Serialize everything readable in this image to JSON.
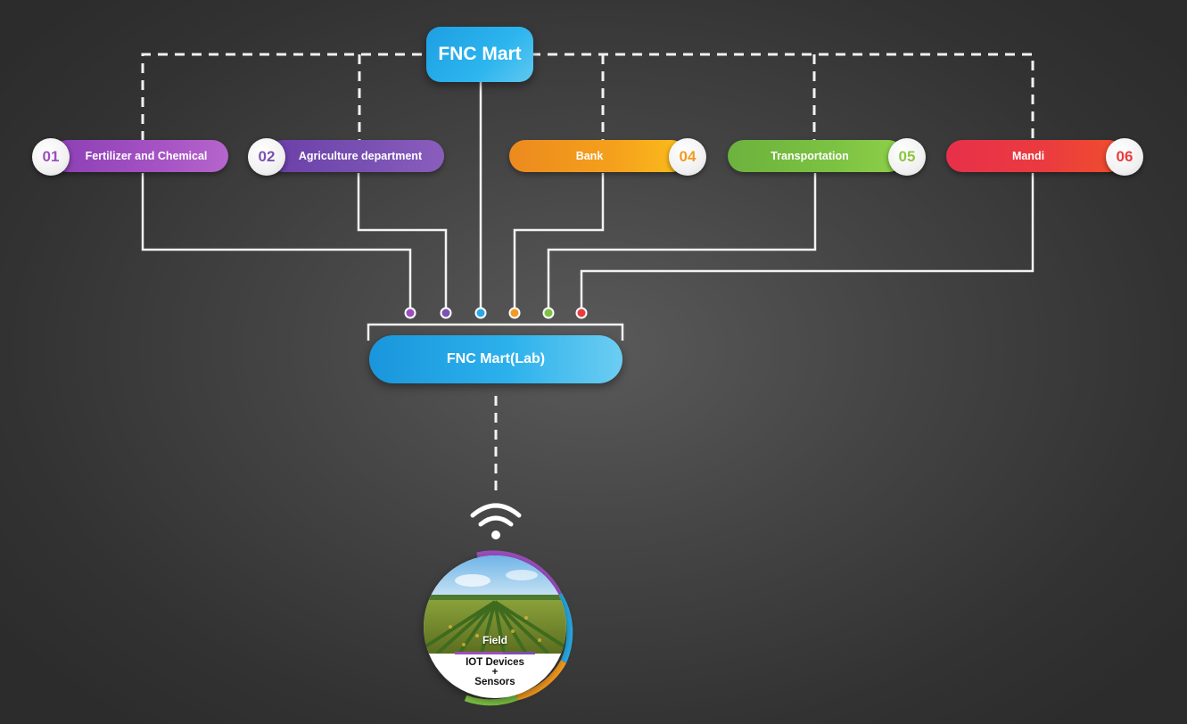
{
  "hub": {
    "top_label": "FNC Mart",
    "lab_label": "FNC Mart(Lab)"
  },
  "partners": [
    {
      "number": "01",
      "label": "Fertilizer and Chemical",
      "color": "#9b4fbf"
    },
    {
      "number": "02",
      "label": "Agriculture department",
      "color": "#7a52b3"
    },
    {
      "number": "04",
      "label": "Bank",
      "color": "#f39a1f"
    },
    {
      "number": "05",
      "label": "Transportation",
      "color": "#7cc242"
    },
    {
      "number": "06",
      "label": "Mandi",
      "color": "#ea3b3f"
    }
  ],
  "connector_dot_colors": [
    "#9b4fbf",
    "#7a52b3",
    "#29aae1",
    "#f39a1f",
    "#7cc242",
    "#ea3b3f"
  ],
  "field": {
    "label": "Field",
    "devices_line1": "IOT Devices",
    "devices_line2": "+",
    "devices_line3": "Sensors",
    "wifi_icon": "wifi-icon",
    "ring_colors": [
      "#9b4fbf",
      "#29aae1",
      "#f39a1f",
      "#7cc242"
    ]
  }
}
